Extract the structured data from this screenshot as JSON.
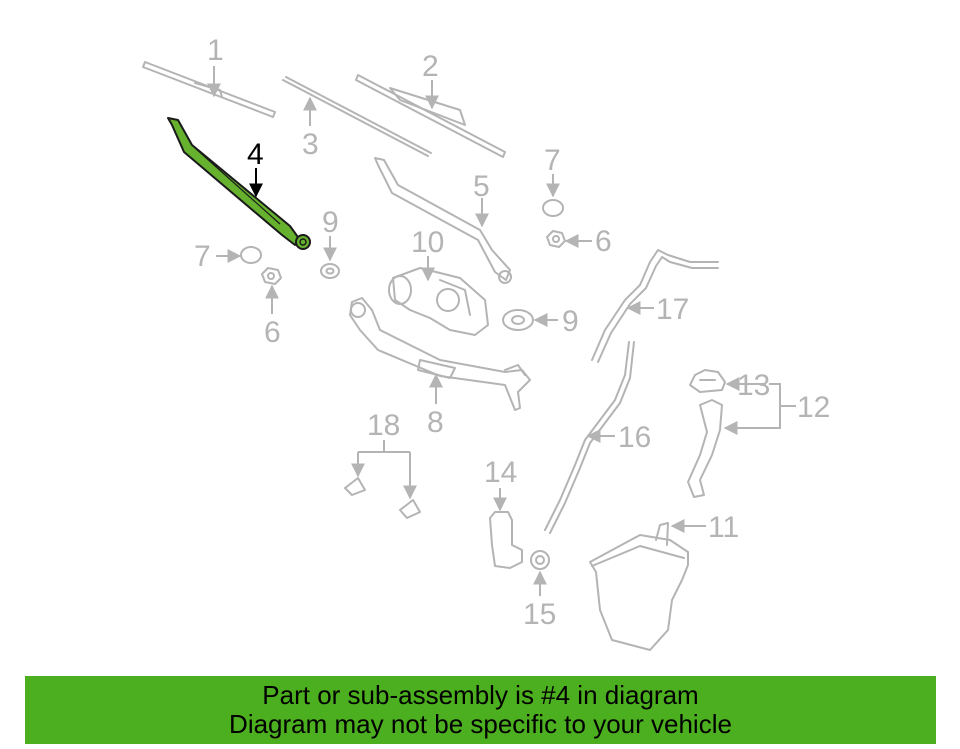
{
  "colors": {
    "highlight": "#66b22e",
    "banner_bg": "#4caf1f",
    "dim_line": "#b4b4b4",
    "text": "#000000"
  },
  "callouts": {
    "c1": "1",
    "c2": "2",
    "c3": "3",
    "c4": "4",
    "c5": "5",
    "c6a": "6",
    "c6b": "6",
    "c7a": "7",
    "c7b": "7",
    "c8": "8",
    "c9a": "9",
    "c9b": "9",
    "c10": "10",
    "c11": "11",
    "c12": "12",
    "c13": "13",
    "c14": "14",
    "c15": "15",
    "c16": "16",
    "c17": "17",
    "c18": "18"
  },
  "highlighted_part": "4",
  "banner": {
    "line1": "Part or sub-assembly is #4 in diagram",
    "line2": "Diagram may not be specific to your vehicle"
  }
}
